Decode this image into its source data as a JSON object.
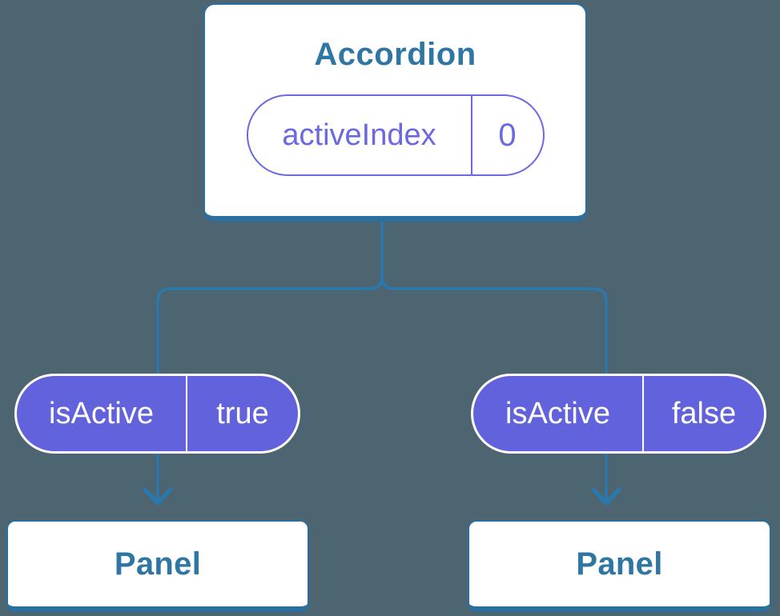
{
  "colors": {
    "background": "#4D6571",
    "line": "#2979AE",
    "card_border": "#2B6F9F",
    "card_bg": "#FFFFFF",
    "heading_text": "#2F76A4",
    "pill_fill": "#6262DD",
    "pill_purple_border": "#6B68E4",
    "pill_white": "#FFFFFF"
  },
  "diagram": {
    "root": {
      "title": "Accordion",
      "state": {
        "label": "activeIndex",
        "value": "0"
      }
    },
    "children": [
      {
        "prop": {
          "label": "isActive",
          "value": "true"
        },
        "child": {
          "title": "Panel"
        }
      },
      {
        "prop": {
          "label": "isActive",
          "value": "false"
        },
        "child": {
          "title": "Panel"
        }
      }
    ]
  }
}
